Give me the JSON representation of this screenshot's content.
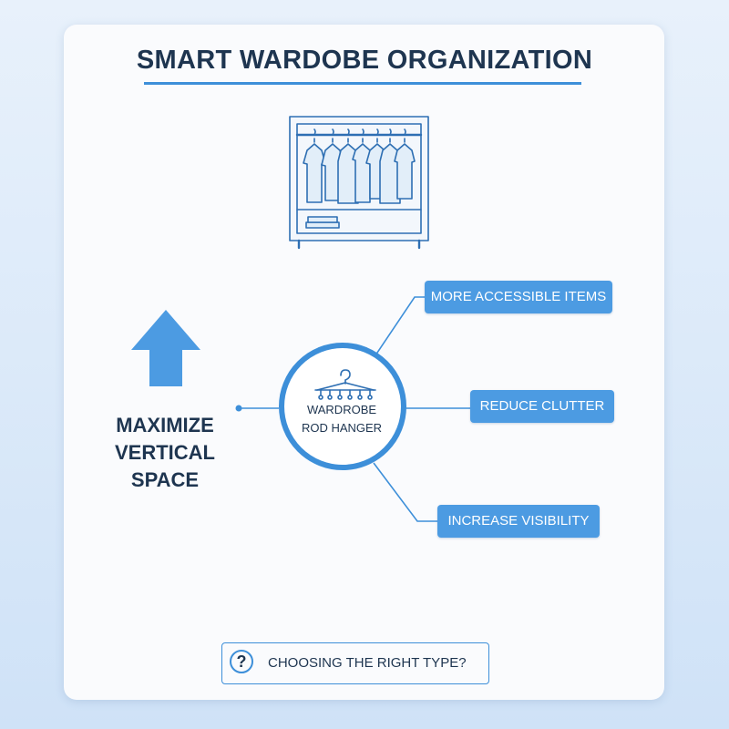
{
  "title": "SMART WARDOBE ORGANIZATION",
  "icons": {
    "wardrobe": "wardrobe-icon",
    "arrow": "up-arrow-icon",
    "hanger": "hanger-icon",
    "question": "question-icon"
  },
  "left_label": {
    "line1": "MAXIMIZE",
    "line2": "VERTICAL",
    "line3": "SPACE"
  },
  "center": {
    "line1": "WARDROBE",
    "line2": "ROD HANGER"
  },
  "benefits": [
    {
      "label": "MORE ACCESSIBLE ITEMS"
    },
    {
      "label": "REDUCE CLUTTER"
    },
    {
      "label": "INCREASE VISIBILITY"
    }
  ],
  "question": {
    "mark": "?",
    "text": "CHOOSING THE RIGHT TYPE?"
  },
  "colors": {
    "accent": "#4c9be2",
    "line": "#3d8fd9",
    "text": "#1e3550",
    "card": "#fafbfd"
  }
}
